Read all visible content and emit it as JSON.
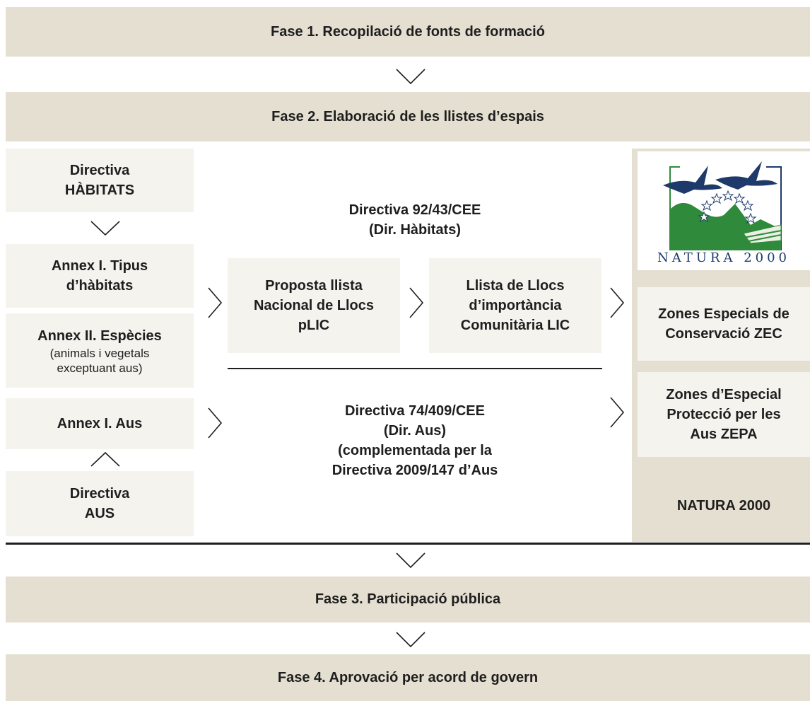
{
  "phases": {
    "phase1": "Fase 1. Recopilació de fonts de formació",
    "phase2": "Fase 2. Elaboració de les llistes d’espais",
    "phase3": "Fase 3. Participació pública",
    "phase4": "Fase 4. Aprovació per acord de govern"
  },
  "left_column": {
    "directive_habitats": "Directiva\nHÀBITATS",
    "annex1_habitats": "Annex I. Tipus\nd’hàbitats",
    "annex2_title": "Annex II. Espècies",
    "annex2_note": "(animals i vegetals\nexceptuant aus)",
    "annex1_birds": "Annex I. Aus",
    "directive_birds": "Directiva\nAUS"
  },
  "middle": {
    "habitats_directive": "Directiva 92/43/CEE\n(Dir. Hàbitats)",
    "proposal_list": "Proposta llista\nNacional de Llocs\npLIC",
    "lic_list": "Llista de Llocs\nd’importància\nComunitària LIC",
    "birds_directive": "Directiva 74/409/CEE\n(Dir. Aus)\n(complementada per la\nDirectiva 2009/147 d’Aus"
  },
  "right_column": {
    "logo_text": "NATURA 2000",
    "zec": "Zones Especials de\nConservació ZEC",
    "zepa": "Zones d’Especial\nProtecció per les\nAus ZEPA",
    "footer": "NATURA 2000"
  },
  "colors": {
    "phase_bg": "#e4dfd0",
    "box_bg": "#f4f3ee",
    "logo_blue": "#1d3a6b",
    "logo_green": "#2f8a3b"
  }
}
